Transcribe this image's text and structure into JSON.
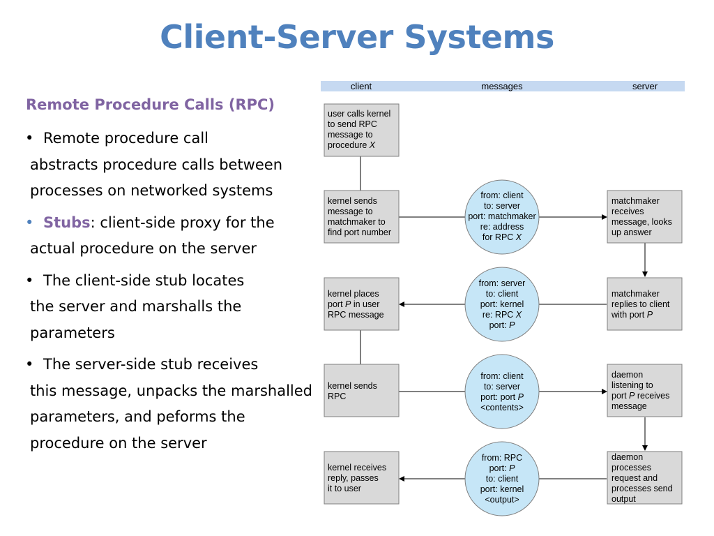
{
  "title": "Client-Server Systems",
  "subtitle": "Remote Procedure Calls (RPC)",
  "bullets": [
    {
      "first": "Remote procedure call",
      "rest": "abstracts procedure calls between processes on networked systems"
    },
    {
      "bold": "Stubs",
      "first": ": client-side proxy for the",
      "rest": "actual procedure on the server"
    },
    {
      "first": "The client-side stub locates",
      "rest": "the server and marshalls the parameters"
    },
    {
      "first": "The server-side stub receives",
      "rest": "this message, unpacks the marshalled parameters, and peforms the procedure on the server"
    }
  ],
  "header": {
    "client": "client",
    "messages": "messages",
    "server": "server"
  },
  "colors": {
    "title": "#4f81bd",
    "subtitle": "#8064a2",
    "header_bar": "#c6d9f1",
    "box_fill": "#d9d9d9",
    "circle_fill": "#c6e6f7"
  },
  "client_boxes": [
    {
      "lines": [
        "user calls kernel",
        "to send RPC",
        "message to",
        "procedure <i>X</i>"
      ]
    },
    {
      "lines": [
        "kernel sends",
        "message to",
        "matchmaker to",
        "find port number"
      ]
    },
    {
      "lines": [
        "kernel places",
        "port <i>P</i> in user",
        "RPC message"
      ]
    },
    {
      "lines": [
        "kernel sends",
        "RPC"
      ]
    },
    {
      "lines": [
        "kernel receives",
        "reply, passes",
        "it to user"
      ]
    }
  ],
  "messages": [
    {
      "lines": [
        "from: client",
        "to: server",
        "port: matchmaker",
        "re: address",
        "for RPC <i>X</i>"
      ]
    },
    {
      "lines": [
        "from: server",
        "to: client",
        "port: kernel",
        "re: RPC <i>X</i>",
        "port: <i>P</i>"
      ]
    },
    {
      "lines": [
        "from: client",
        "to: server",
        "port: port <i>P</i>",
        "<contents>"
      ]
    },
    {
      "lines": [
        "from: RPC",
        "port: <i>P</i>",
        "to: client",
        "port: kernel",
        "<output>"
      ]
    }
  ],
  "server_boxes": [
    {
      "lines": [
        "matchmaker",
        "receives",
        "message, looks",
        "up answer"
      ]
    },
    {
      "lines": [
        "matchmaker",
        "replies to client",
        "with port <i>P</i>"
      ]
    },
    {
      "lines": [
        "daemon",
        "listening to",
        "port <i>P</i> receives",
        "message"
      ]
    },
    {
      "lines": [
        "daemon",
        "processes",
        "request and",
        "processes send",
        "output"
      ]
    }
  ]
}
